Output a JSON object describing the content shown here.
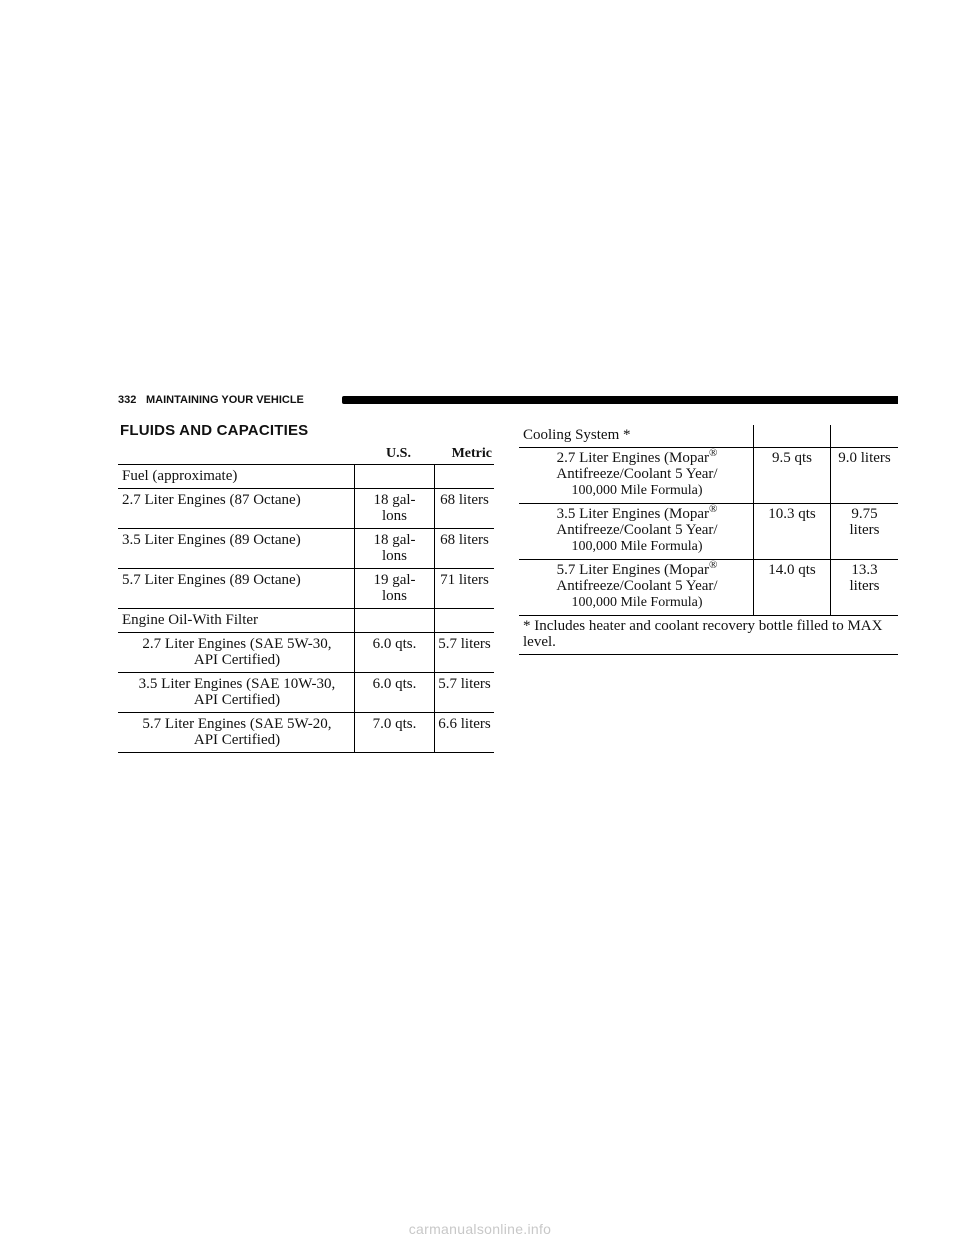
{
  "header": {
    "page_number": "332",
    "section": "MAINTAINING YOUR VEHICLE"
  },
  "title": "FLUIDS AND CAPACITIES",
  "left_table": {
    "columns": [
      "U.S.",
      "Metric"
    ],
    "rows": [
      {
        "label": "Fuel (approximate)",
        "us": "",
        "metric": "",
        "type": "group"
      },
      {
        "label": "2.7 Liter Engines (87 Octane)",
        "us": "18 gal-\nlons",
        "metric": "68 liters",
        "type": "item"
      },
      {
        "label": "3.5 Liter Engines (89 Octane)",
        "us": "18 gal-\nlons",
        "metric": "68 liters",
        "type": "item"
      },
      {
        "label": "5.7 Liter Engines (89 Octane)",
        "us": "19 gal-\nlons",
        "metric": "71 liters",
        "type": "item"
      },
      {
        "label": "Engine Oil-With Filter",
        "us": "",
        "metric": "",
        "type": "group"
      },
      {
        "label": "2.7 Liter Engines (SAE 5W-30,\nAPI Certified)",
        "us": "6.0 qts.",
        "metric": "5.7 liters",
        "type": "sub"
      },
      {
        "label": "3.5 Liter Engines (SAE 10W-30,\nAPI Certified)",
        "us": "6.0 qts.",
        "metric": "5.7 liters",
        "type": "sub"
      },
      {
        "label": "5.7 Liter Engines (SAE 5W-20,\nAPI Certified)",
        "us": "7.0 qts.",
        "metric": "6.6 liters",
        "type": "sub"
      }
    ]
  },
  "right_table": {
    "group": "Cooling System *",
    "rows": [
      {
        "line1": "2.7 Liter Engines (Mopar",
        "reg": "®",
        "line2": "Antifreeze/Coolant 5 Year/",
        "line3": "100,000 Mile Formula)",
        "us": "9.5 qts",
        "metric": "9.0 liters"
      },
      {
        "line1": "3.5 Liter Engines (Mopar",
        "reg": "®",
        "line2": "Antifreeze/Coolant 5 Year/",
        "line3": "100,000 Mile Formula)",
        "us": "10.3 qts",
        "metric": "9.75\nliters"
      },
      {
        "line1": "5.7 Liter Engines (Mopar",
        "reg": "®",
        "line2": "Antifreeze/Coolant 5 Year/",
        "line3": "100,000 Mile Formula)",
        "us": "14.0 qts",
        "metric": "13.3\nliters"
      }
    ],
    "footnote": "* Includes heater and coolant recovery bottle filled to MAX level."
  },
  "watermark": "carmanualsonline.info"
}
